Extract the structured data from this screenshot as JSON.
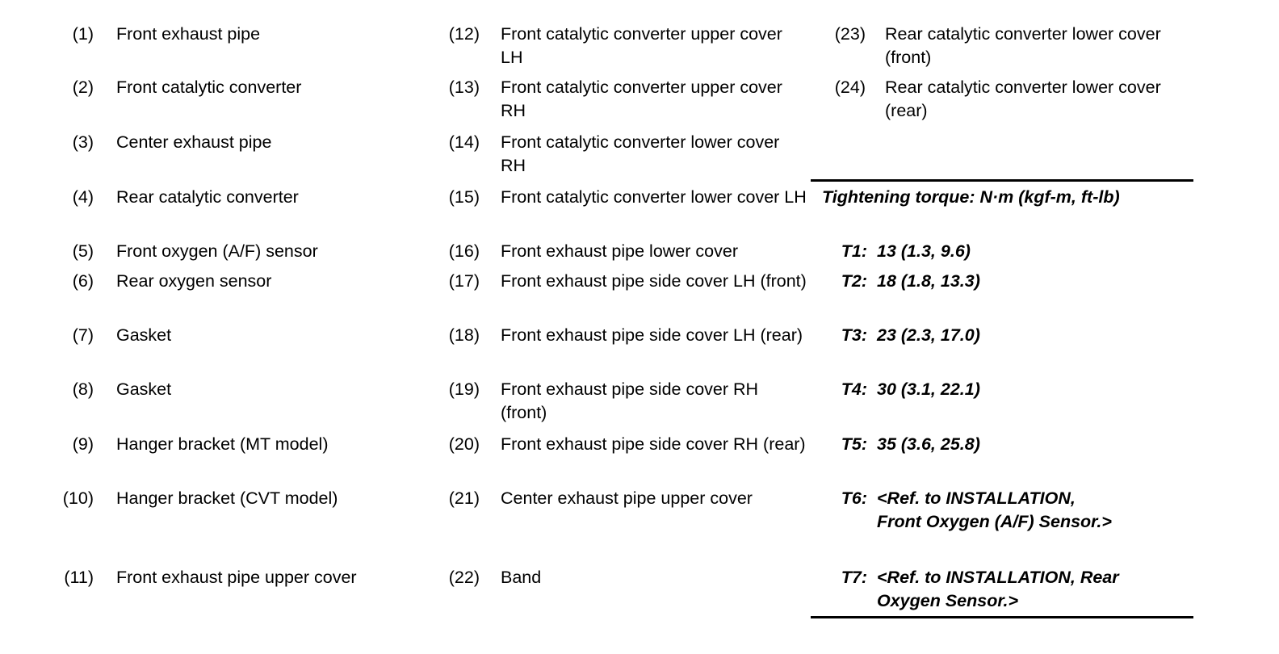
{
  "legend": {
    "column1": [
      {
        "num": "(1)",
        "desc": "Front exhaust pipe"
      },
      {
        "num": "(2)",
        "desc": "Front catalytic converter"
      },
      {
        "num": "(3)",
        "desc": "Center exhaust pipe"
      },
      {
        "num": "(4)",
        "desc": "Rear catalytic converter"
      },
      {
        "num": "(5)",
        "desc": "Front oxygen (A/F) sensor"
      },
      {
        "num": "(6)",
        "desc": "Rear oxygen sensor"
      },
      {
        "num": "(7)",
        "desc": "Gasket"
      },
      {
        "num": "(8)",
        "desc": "Gasket"
      },
      {
        "num": "(9)",
        "desc": "Hanger bracket (MT model)"
      },
      {
        "num": "(10)",
        "desc": "Hanger bracket (CVT model)"
      },
      {
        "num": "(11)",
        "desc": "Front exhaust pipe upper cover"
      }
    ],
    "column2": [
      {
        "num": "(12)",
        "desc": "Front catalytic converter upper cover LH"
      },
      {
        "num": "(13)",
        "desc": "Front catalytic converter upper cover RH"
      },
      {
        "num": "(14)",
        "desc": "Front catalytic converter lower cover RH"
      },
      {
        "num": "(15)",
        "desc": "Front catalytic converter lower cover LH"
      },
      {
        "num": "(16)",
        "desc": "Front exhaust pipe lower cover"
      },
      {
        "num": "(17)",
        "desc": "Front exhaust pipe side cover LH (front)"
      },
      {
        "num": "(18)",
        "desc": "Front exhaust pipe side cover LH (rear)"
      },
      {
        "num": "(19)",
        "desc": "Front exhaust pipe side cover RH (front)"
      },
      {
        "num": "(20)",
        "desc": "Front exhaust pipe side cover RH (rear)"
      },
      {
        "num": "(21)",
        "desc": "Center exhaust pipe upper cover"
      },
      {
        "num": "(22)",
        "desc": "Band"
      }
    ],
    "column3": [
      {
        "num": "(23)",
        "desc": "Rear catalytic converter lower cover (front)"
      },
      {
        "num": "(24)",
        "desc": "Rear catalytic converter lower cover (rear)"
      }
    ]
  },
  "torque": {
    "heading": "Tightening torque: N·m (kgf-m, ft-lb)",
    "items": [
      {
        "label": "T1:",
        "value": "13 (1.3, 9.6)"
      },
      {
        "label": "T2:",
        "value": "18 (1.8, 13.3)"
      },
      {
        "label": "T3:",
        "value": "23 (2.3, 17.0)"
      },
      {
        "label": "T4:",
        "value": "30 (3.1, 22.1)"
      },
      {
        "label": "T5:",
        "value": "35 (3.6, 25.8)"
      },
      {
        "label": "T6:",
        "value": "<Ref. to INSTALLATION, Front Oxygen (A/F) Sensor.>"
      },
      {
        "label": "T7:",
        "value": "<Ref. to INSTALLATION, Rear Oxygen Sensor.>"
      }
    ]
  }
}
